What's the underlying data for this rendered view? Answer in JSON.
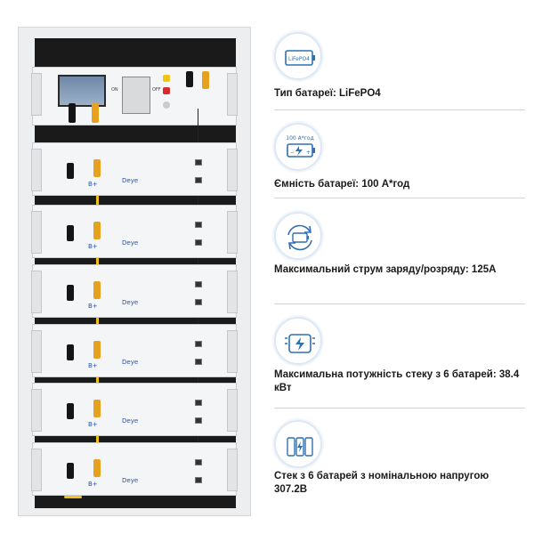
{
  "product_image": {
    "control_unit": {
      "on_label": "ON",
      "off_label": "OFF"
    },
    "modules": [
      {
        "terminal_label": "B+",
        "brand": "Deye"
      },
      {
        "terminal_label": "B+",
        "brand": "Deye"
      },
      {
        "terminal_label": "B+",
        "brand": "Deye"
      },
      {
        "terminal_label": "B+",
        "brand": "Deye"
      },
      {
        "terminal_label": "B+",
        "brand": "Deye"
      },
      {
        "terminal_label": "B+",
        "brand": "Deye"
      }
    ]
  },
  "features": [
    {
      "icon": "lifepo4-battery-icon",
      "icon_text": "LiFePO4",
      "text": "Тип батареї: LiFePO4"
    },
    {
      "icon": "battery-capacity-icon",
      "icon_text": "100 A*год",
      "text": "Ємність батареї: 100 А*год"
    },
    {
      "icon": "charge-discharge-cycle-icon",
      "text": "Максимальний струм заряду/розряду: 125А"
    },
    {
      "icon": "stack-power-icon",
      "text": "Максимальна потужність стеку з 6 батарей: 38.4 кВт"
    },
    {
      "icon": "battery-stack-voltage-icon",
      "text": "Стек з 6 батарей з номінальною напругою 307.2В"
    }
  ],
  "colors": {
    "accent": "#2f6fb4",
    "icon_ring": "#dde8f4",
    "cable_yellow": "#f0c020",
    "brand_text": "#2b4fa5"
  }
}
